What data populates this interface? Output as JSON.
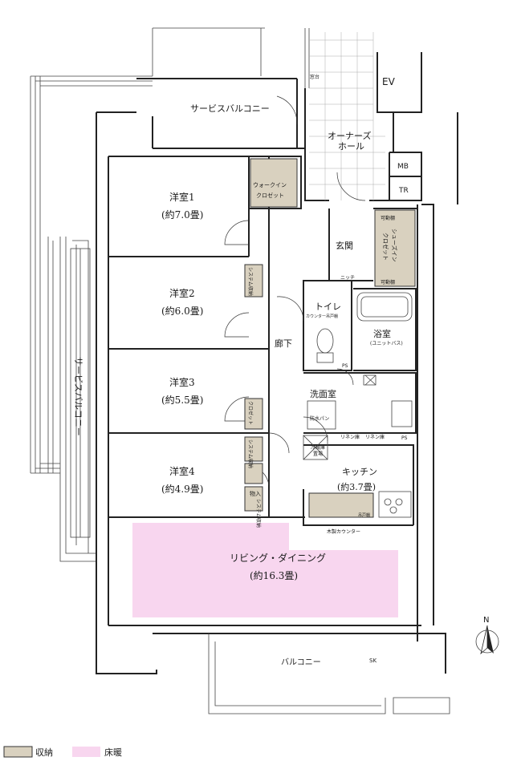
{
  "rooms": {
    "service_balcony_top": "サービスバルコニー",
    "service_balcony_left": "サービスバルコニー",
    "owners_hall_1": "オーナーズ",
    "owners_hall_2": "ホール",
    "ev": "EV",
    "mb": "MB",
    "tr": "TR",
    "mado": "窓台",
    "western1_name": "洋室1",
    "western1_size": "(約7.0畳)",
    "western2_name": "洋室2",
    "western2_size": "(約6.0畳)",
    "western3_name": "洋室3",
    "western3_size": "(約5.5畳)",
    "western4_name": "洋室4",
    "western4_size": "(約4.9畳)",
    "walkin_1": "ウォークイン",
    "walkin_2": "クロゼット",
    "genkan": "玄関",
    "niche": "ニッチ",
    "shoes_in": "シューズイン",
    "shoes_closet": "クロゼット",
    "kadou": "可動棚",
    "toilet": "トイレ",
    "toilet_counter": "カウンター吊戸棚",
    "bath_name": "浴室",
    "bath_sub": "(ユニットバス)",
    "corridor": "廊下",
    "ps": "PS",
    "washroom": "洗面室",
    "bouhi_pan": "防水パン",
    "linen": "リネン庫",
    "closet_short": "クロゼット",
    "system_storage": "システム収納",
    "storage_room_1": "物入",
    "storage_room_2": "システム収納",
    "fridge_1": "冷蔵庫",
    "fridge_2": "置場",
    "kitchen_name": "キッチン",
    "kitchen_size": "(約3.7畳)",
    "hanging_shelf": "吊戸棚",
    "wood_counter": "木製カウンター",
    "living_name": "リビング・ダイニング",
    "living_size": "(約16.3畳)",
    "balcony": "バルコニー",
    "sk": "SK",
    "north": "N"
  },
  "legend": {
    "storage_label": "収納",
    "storage_color": "#d9d1bf",
    "floor_heating_label": "床暖",
    "floor_heating_color": "#f8d6ef"
  }
}
